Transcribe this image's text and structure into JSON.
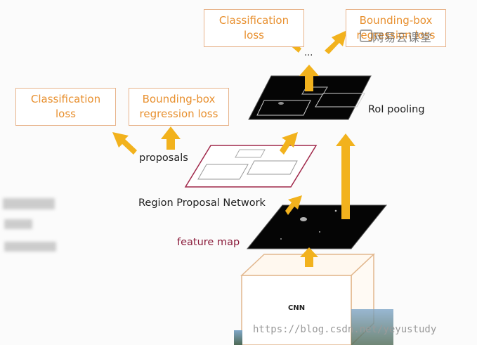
{
  "top_boxes": {
    "classification": {
      "line1": "Classification",
      "line2": "loss"
    },
    "bbox": {
      "line1": "Bounding-box",
      "line2": "regression loss"
    }
  },
  "mid_boxes": {
    "classification": {
      "line1": "Classification",
      "line2": "loss"
    },
    "bbox": {
      "line1": "Bounding-box",
      "line2": "regression loss"
    }
  },
  "labels": {
    "ellipsis": "...",
    "roi_pooling": "RoI pooling",
    "proposals": "proposals",
    "rpn": "Region Proposal Network",
    "feature_map": "feature map",
    "cnn": "CNN"
  },
  "watermark": {
    "brand": "网易云课堂",
    "url": "https://blog.csdn.net/yeyustudy"
  },
  "colors": {
    "arrow": "#f2b21d",
    "box_border": "#e8b48c",
    "box_text": "#e8902f",
    "feature_map_label": "#8a1b3a",
    "rpn_plane_border": "#a0284a"
  }
}
